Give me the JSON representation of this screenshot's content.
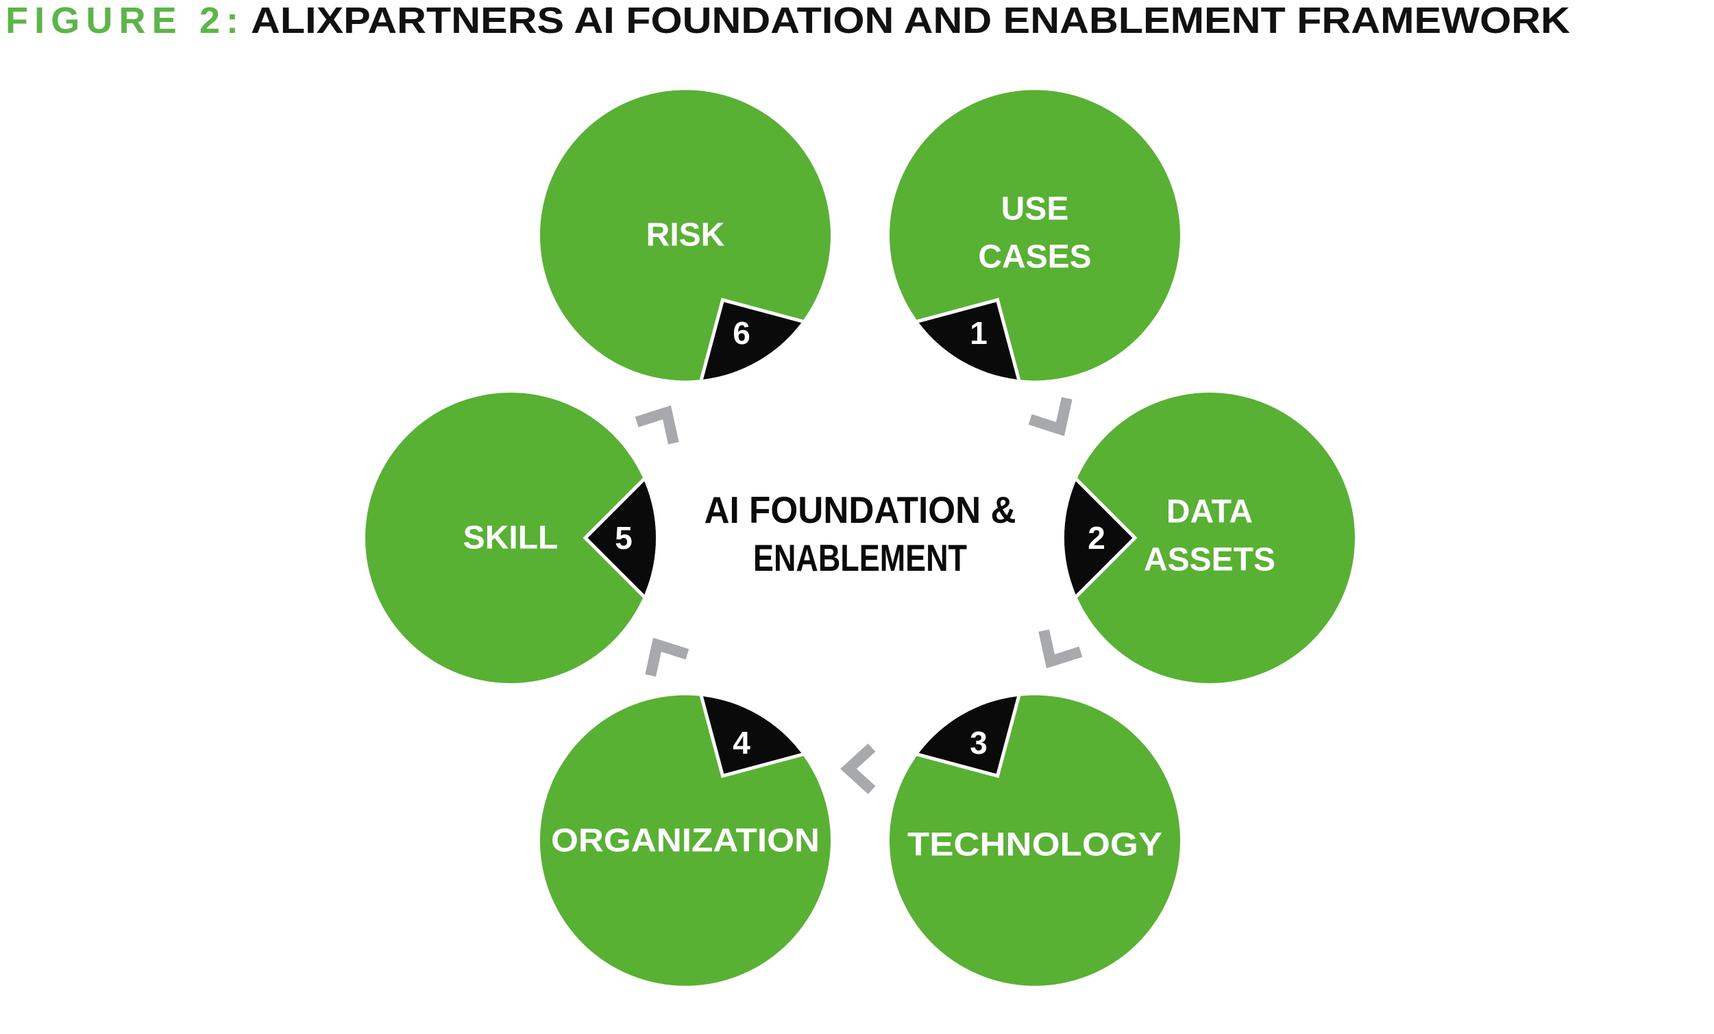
{
  "figure": {
    "label": "FIGURE 2:",
    "title": "ALIXPARTNERS AI FOUNDATION AND ENABLEMENT FRAMEWORK"
  },
  "hub": {
    "line1": "AI FOUNDATION &",
    "line2": "ENABLEMENT"
  },
  "nodes": [
    {
      "number": "1",
      "label_line1": "USE",
      "label_line2": "CASES"
    },
    {
      "number": "2",
      "label_line1": "DATA",
      "label_line2": "ASSETS"
    },
    {
      "number": "3",
      "label_line1": "TECHNOLOGY",
      "label_line2": ""
    },
    {
      "number": "4",
      "label_line1": "ORGANIZATION",
      "label_line2": ""
    },
    {
      "number": "5",
      "label_line1": "SKILL",
      "label_line2": ""
    },
    {
      "number": "6",
      "label_line1": "RISK",
      "label_line2": ""
    }
  ],
  "arrows": {
    "icon": "chevron-icon",
    "count": 5,
    "direction": "clockwise"
  },
  "colors": {
    "circle_green": "#58B133",
    "title_green": "#5BB647",
    "notch_black": "#0A0A0A",
    "arrow_gray": "#A7A9AC",
    "label_white": "#FFFFFF"
  }
}
